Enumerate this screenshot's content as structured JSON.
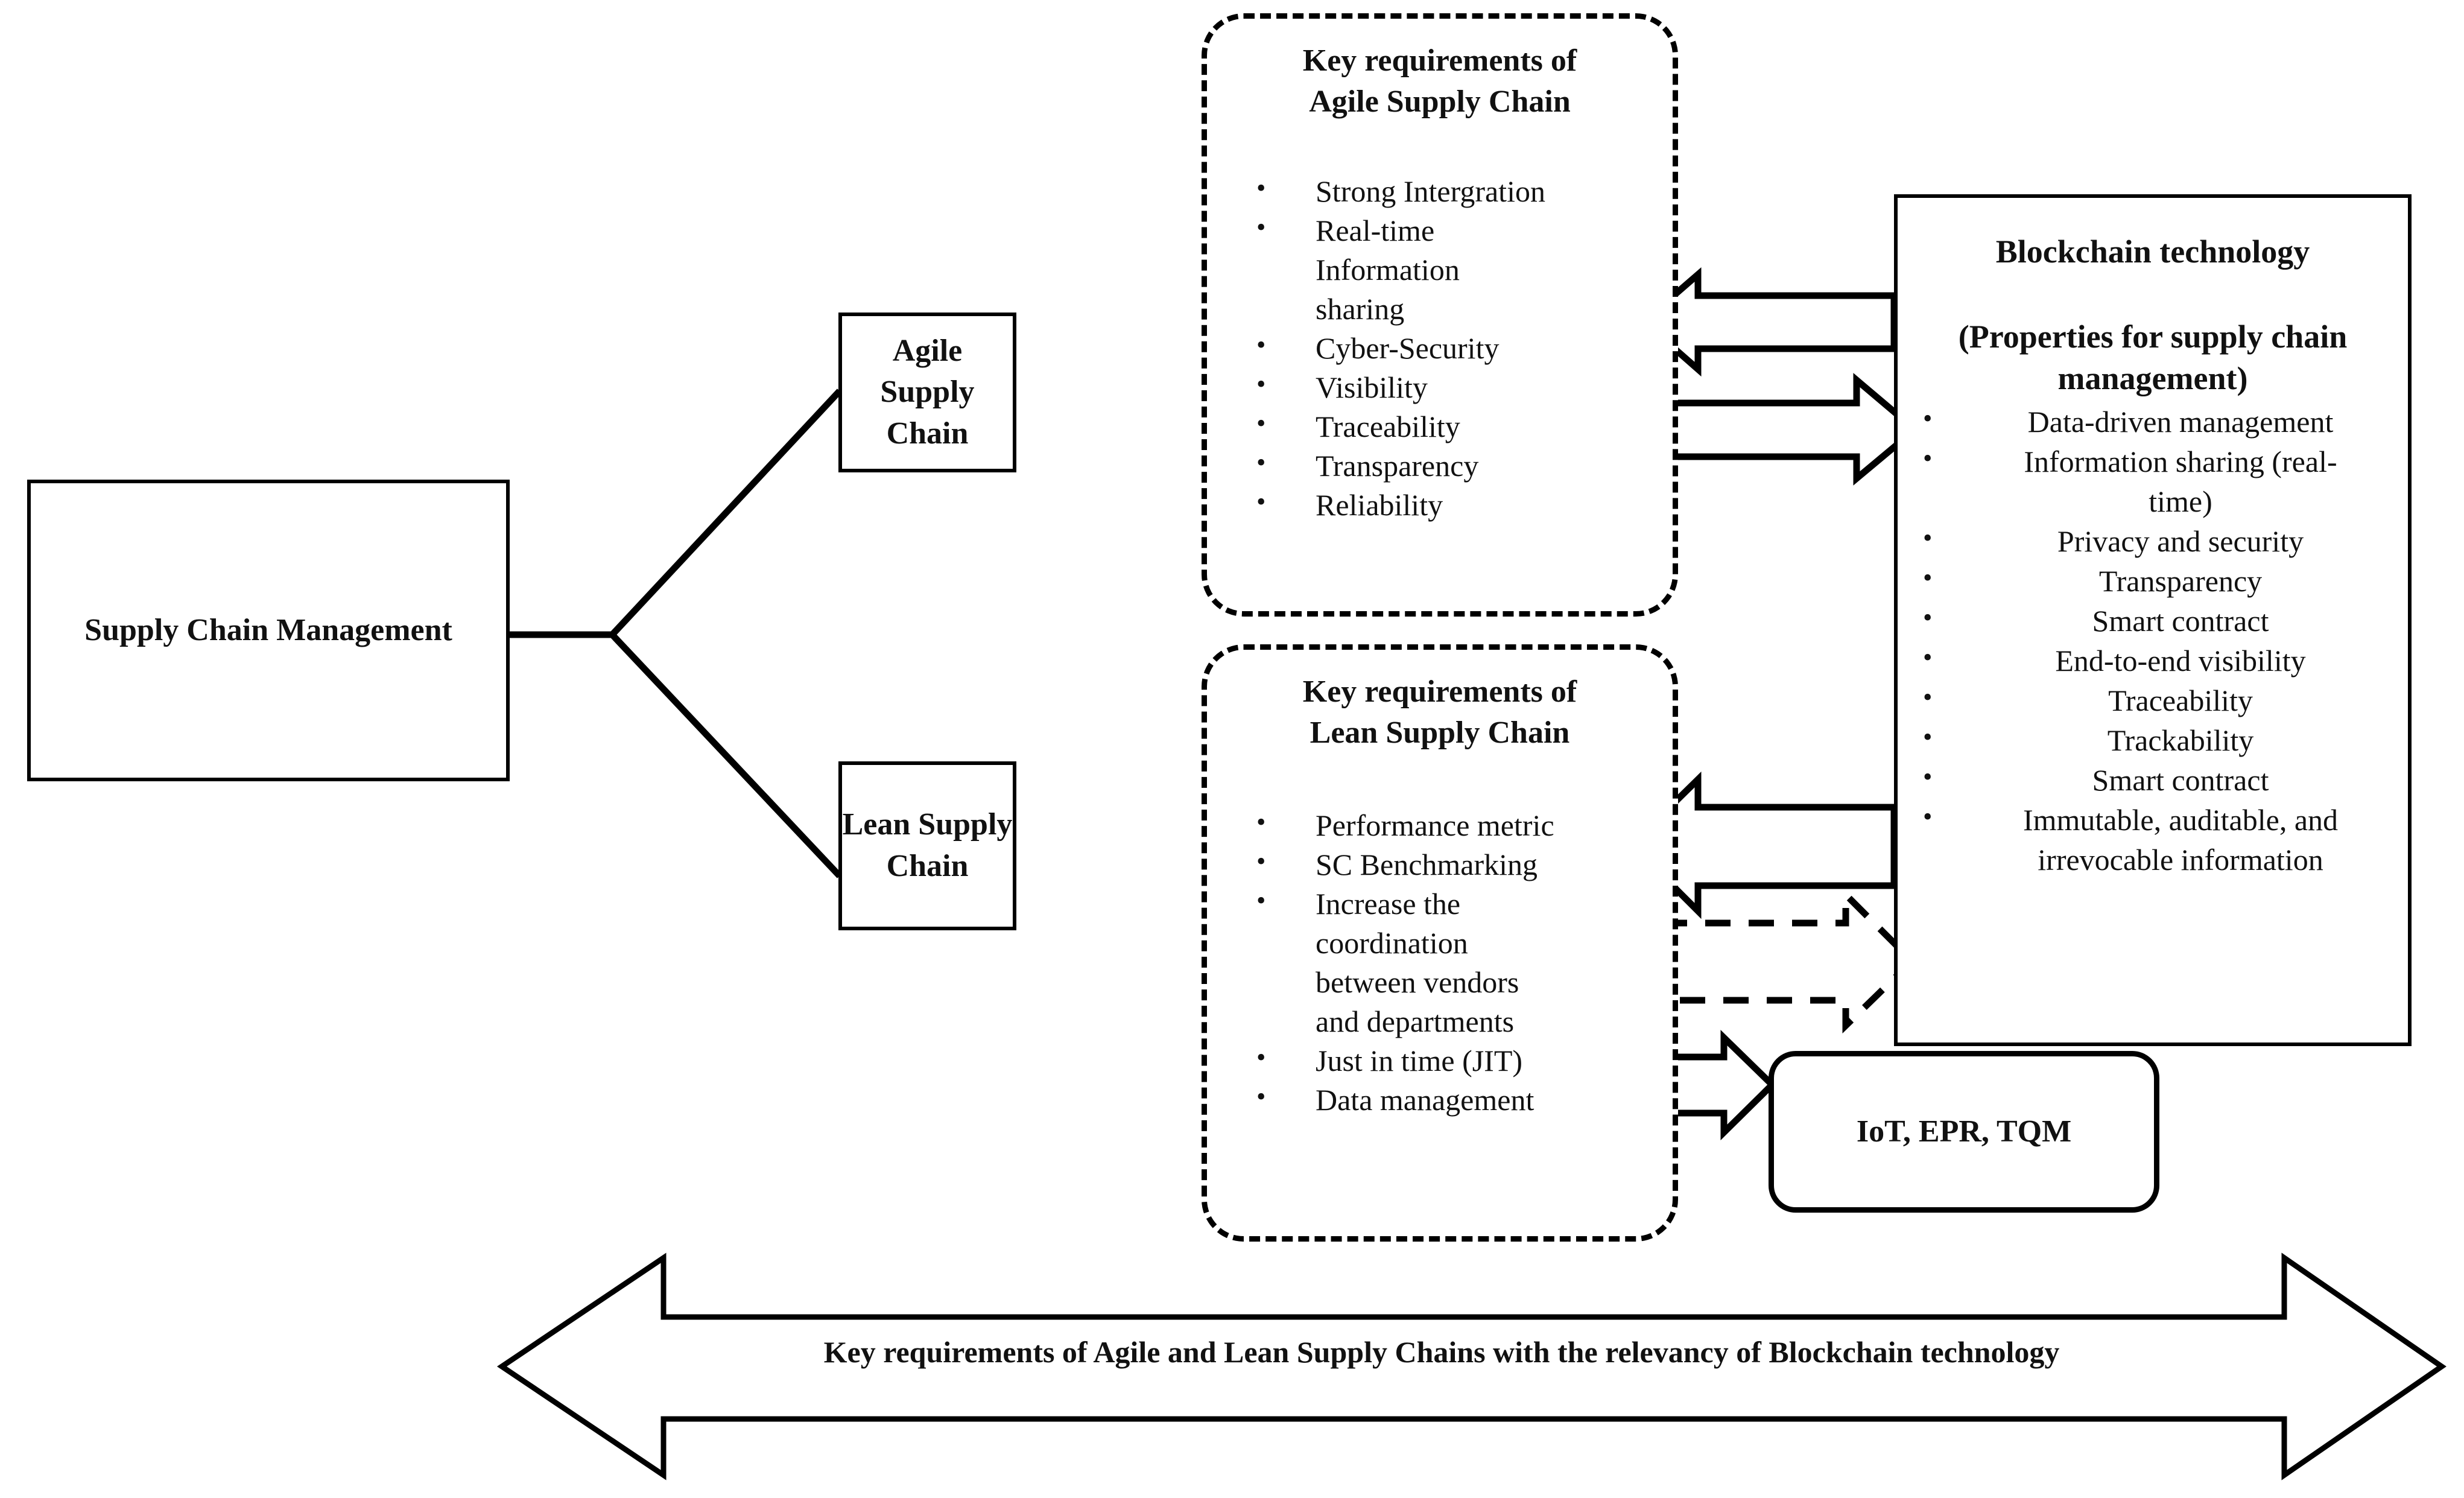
{
  "diagram": {
    "caption": "Key requirements of Agile and Lean Supply Chains with the relevancy of Blockchain technology"
  },
  "nodes": {
    "scm": {
      "label": "Supply Chain Management"
    },
    "agile": {
      "label": "Agile Supply Chain"
    },
    "lean": {
      "label": "Lean Supply Chain"
    },
    "iot": {
      "label": "IoT, EPR, TQM"
    }
  },
  "agile_requirements": {
    "title": "Key requirements of Agile Supply Chain",
    "title_line1": "Key requirements of",
    "title_line2": "Agile Supply Chain",
    "items": [
      "Strong Intergration",
      "Real-time",
      "Information",
      "sharing",
      "Cyber-Security",
      "Visibility",
      "Traceability",
      "Transparency",
      "Reliability"
    ],
    "bulleted": [
      true,
      true,
      false,
      false,
      true,
      true,
      true,
      true,
      true
    ]
  },
  "lean_requirements": {
    "title": "Key requirements of Lean Supply Chain",
    "title_line1": "Key requirements of",
    "title_line2": "Lean Supply Chain",
    "items": [
      "Performance  metric",
      "SC Benchmarking",
      "Increase  the",
      "coordination",
      "between  vendors",
      "and departments",
      "Just in time (JIT)",
      "Data management"
    ],
    "bulleted": [
      true,
      true,
      true,
      false,
      false,
      false,
      true,
      true
    ]
  },
  "blockchain": {
    "title": "Blockchain technology",
    "subtitle_line1": "(Properties for supply chain",
    "subtitle_line2": "management)",
    "items": [
      "Data-driven  management",
      "Information  sharing  (real-",
      "time)",
      "Privacy and security",
      "Transparency",
      "Smart contract",
      "End-to-end  visibility",
      "Traceability",
      "Trackability",
      "Smart contract",
      "Immutable,  auditable,  and",
      "irrevocable  information"
    ],
    "bulleted": [
      true,
      true,
      false,
      true,
      true,
      true,
      true,
      true,
      true,
      true,
      true,
      false
    ]
  },
  "connectors": {
    "agile_to_blockchain_left": "left-block-arrow",
    "agile_to_blockchain_right": "right-block-arrow",
    "lean_to_blockchain_left": "left-block-arrow",
    "lean_to_blockchain_right_dashed": "right-block-arrow-dashed",
    "lean_to_iot": "right-block-arrow-small",
    "scm_branch": "fork-connector"
  },
  "colors": {
    "stroke": "#000000",
    "background": "#ffffff",
    "text": "#111111"
  }
}
